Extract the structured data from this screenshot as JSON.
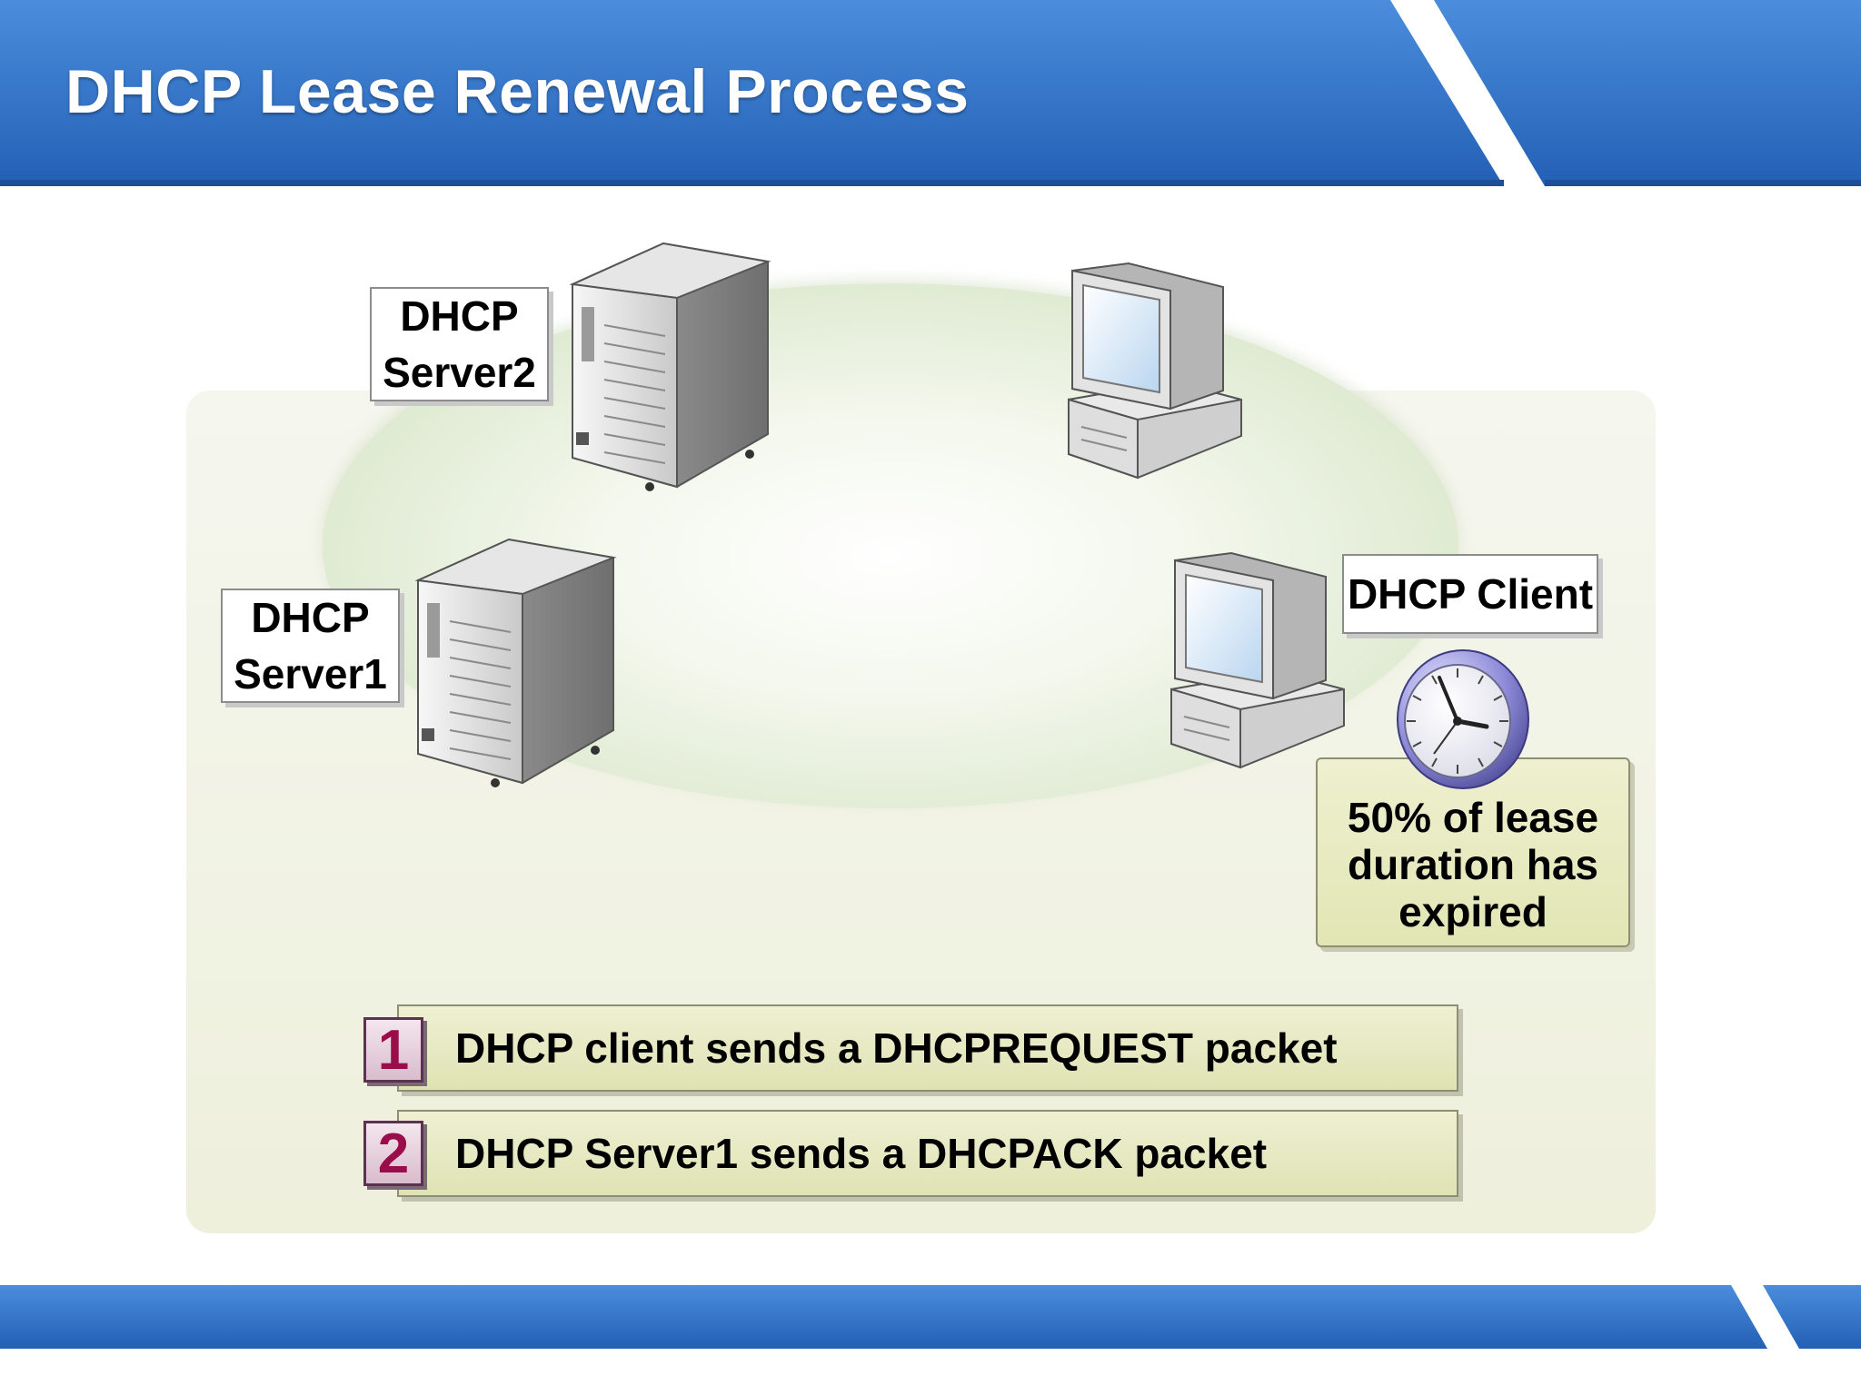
{
  "slide": {
    "title": "DHCP Lease Renewal Process"
  },
  "diagram": {
    "nodes": [
      {
        "id": "server2",
        "label_line1": "DHCP",
        "label_line2": "Server2",
        "icon": "server-tower-icon"
      },
      {
        "id": "server1",
        "label_line1": "DHCP",
        "label_line2": "Server1",
        "icon": "server-tower-icon"
      },
      {
        "id": "client_other",
        "icon": "desktop-computer-icon"
      },
      {
        "id": "client",
        "label": "DHCP Client",
        "icon": "desktop-computer-icon"
      }
    ],
    "callout": {
      "line1": "50% of lease",
      "line2": "duration has",
      "line3": "expired",
      "icon": "clock-icon"
    }
  },
  "steps": [
    {
      "number": "1",
      "text": "DHCP client sends a DHCPREQUEST packet"
    },
    {
      "number": "2",
      "text": "DHCP Server1 sends a DHCPACK packet"
    }
  ],
  "colors": {
    "header_blue": "#2f6fc4",
    "panel_green": "#eef0dc",
    "step_fill": "#e4e8bd",
    "badge_number": "#9b0d4a"
  }
}
